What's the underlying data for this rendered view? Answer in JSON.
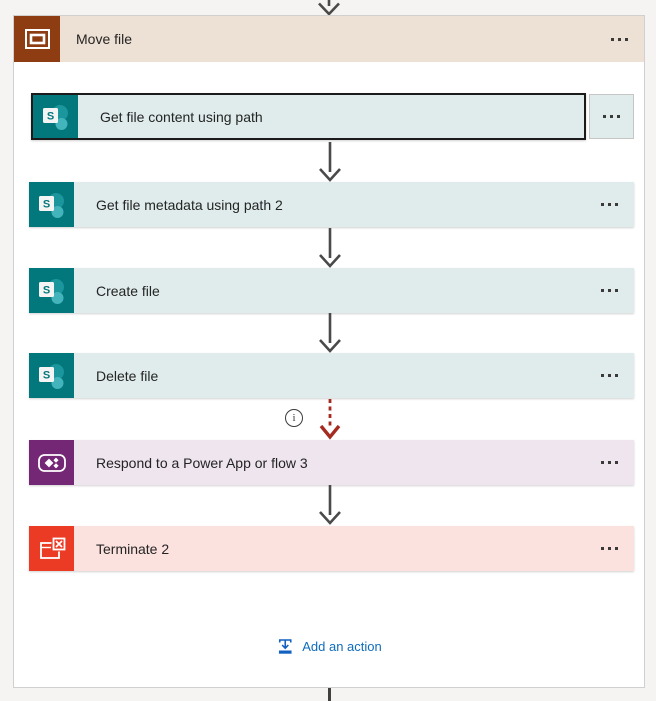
{
  "scope": {
    "title": "Move file"
  },
  "actions": [
    {
      "title": "Get file content using path",
      "connector": "SharePoint",
      "selected": true
    },
    {
      "title": "Get file metadata using path 2",
      "connector": "SharePoint",
      "selected": false
    },
    {
      "title": "Create file",
      "connector": "SharePoint",
      "selected": false
    },
    {
      "title": "Delete file",
      "connector": "SharePoint",
      "selected": false
    },
    {
      "title": "Respond to a Power App or flow 3",
      "connector": "PowerApps",
      "selected": false
    },
    {
      "title": "Terminate 2",
      "connector": "Terminate",
      "selected": false
    }
  ],
  "footer": {
    "add_action_label": "Add an action"
  },
  "icons": {
    "info_glyph": "i"
  },
  "colors": {
    "scope_icon_bg": "#8e3c12",
    "scope_header_bg": "#ede0d5",
    "sharepoint": "#03787c",
    "sharepoint_light": "#dfeceb",
    "powerapps": "#742774",
    "powerapps_light": "#eee5ee",
    "terminate": "#eb3b24",
    "terminate_light": "#fbe2de",
    "arrow": "#4a4a4a",
    "error_arrow": "#a52a21",
    "link_blue": "#0f6cbd"
  }
}
